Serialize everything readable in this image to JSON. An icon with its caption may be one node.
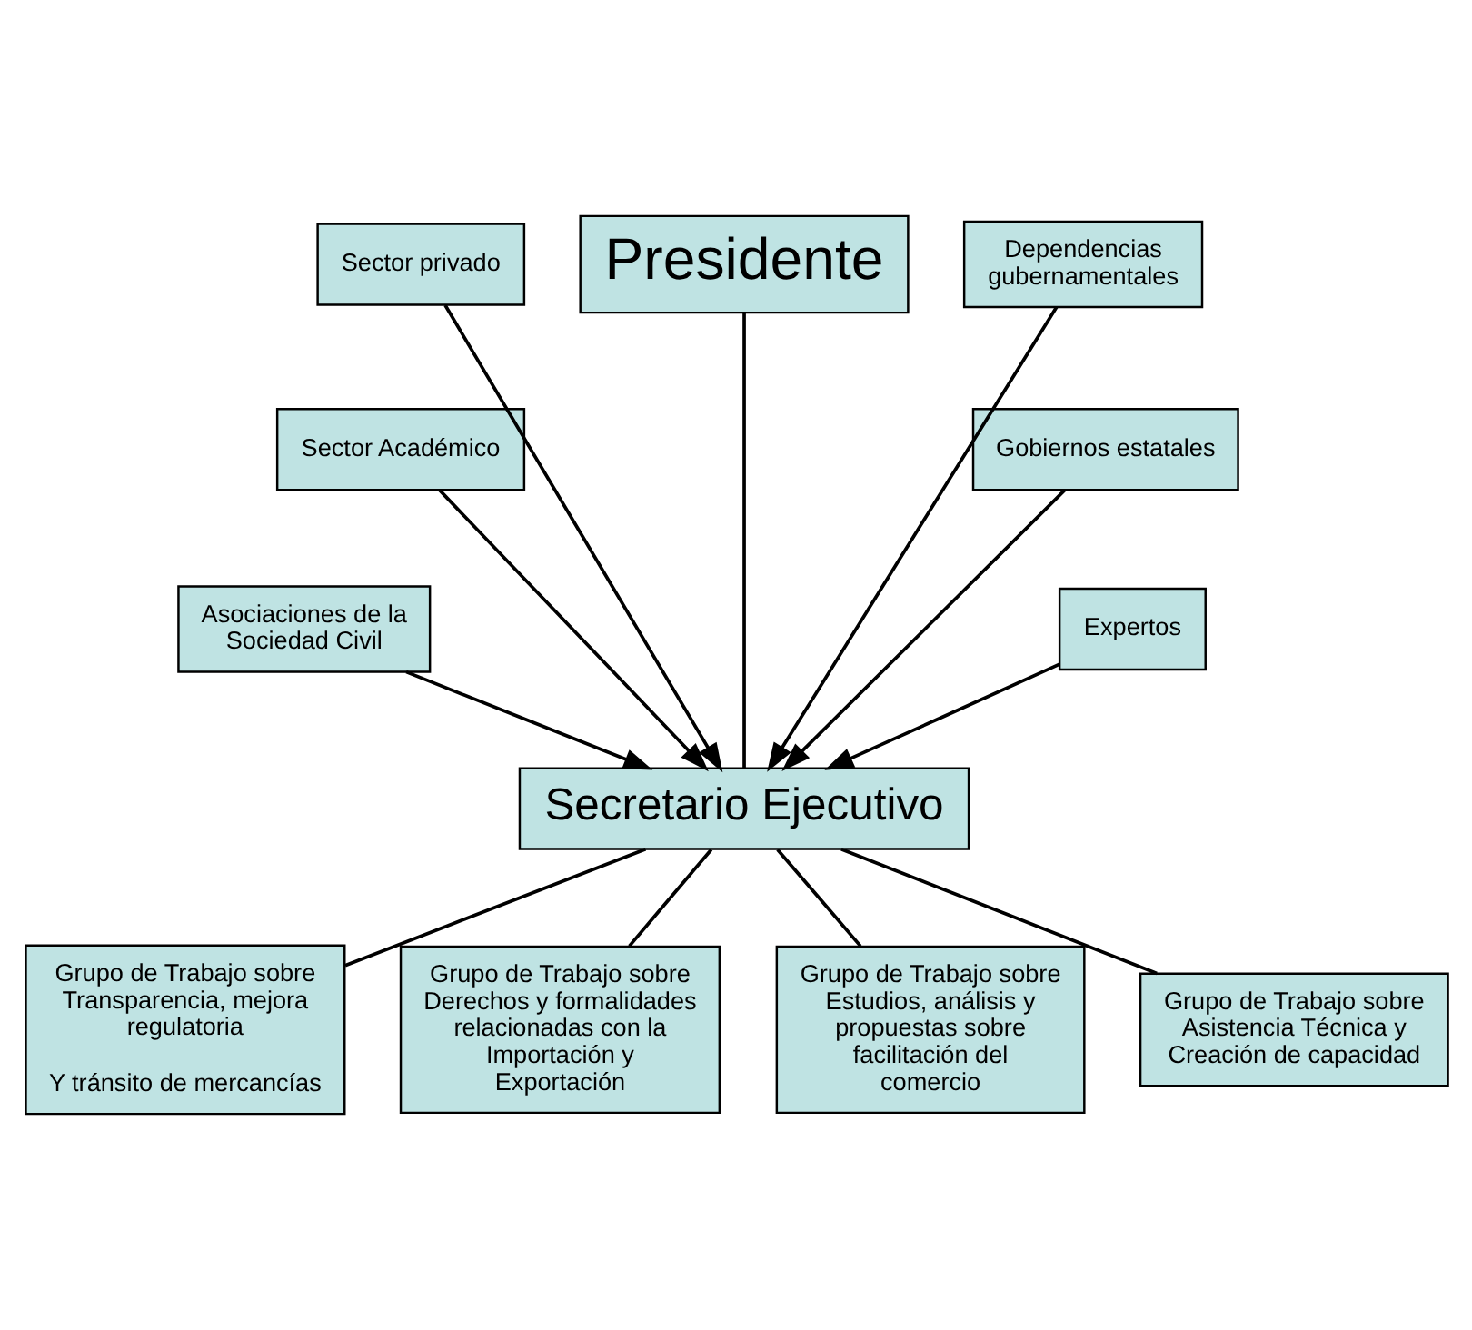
{
  "diagram": {
    "nodes": [
      {
        "text": [
          "Sector privado"
        ]
      },
      {
        "text": [
          "Presidente"
        ]
      },
      {
        "text": [
          "Dependencias gubernamentales"
        ]
      },
      {
        "text": [
          "Sector Académico"
        ]
      },
      {
        "text": [
          "Gobiernos estatales"
        ]
      },
      {
        "text": [
          "Asociaciones de la Sociedad Civil"
        ]
      },
      {
        "text": [
          "Expertos"
        ]
      },
      {
        "text": [
          "Secretario Ejecutivo"
        ]
      },
      {
        "text": [
          "Grupo de Trabajo sobre Transparencia, mejora regulatoria",
          "Y tránsito de mercancías"
        ]
      },
      {
        "text": [
          "Grupo de Trabajo sobre Derechos y formalidades relacionadas con la Importación y Exportación"
        ]
      },
      {
        "text": [
          "Grupo de Trabajo sobre Estudios, análisis y propuestas sobre facilitación del comercio"
        ]
      },
      {
        "text": [
          "Grupo de Trabajo sobre Asistencia Técnica y Creación de capacidad"
        ]
      }
    ],
    "edges": [
      {
        "from": 0,
        "to": 7,
        "arrow": "to"
      },
      {
        "from": 3,
        "to": 7,
        "arrow": "to"
      },
      {
        "from": 5,
        "to": 7,
        "arrow": "to"
      },
      {
        "from": 2,
        "to": 7,
        "arrow": "to"
      },
      {
        "from": 4,
        "to": 7,
        "arrow": "to"
      },
      {
        "from": 6,
        "to": 7,
        "arrow": "to"
      },
      {
        "from": 1,
        "to": 7,
        "arrow": "none"
      },
      {
        "from": 7,
        "to": 8,
        "arrow": "none"
      },
      {
        "from": 7,
        "to": 9,
        "arrow": "none"
      },
      {
        "from": 7,
        "to": 10,
        "arrow": "none"
      },
      {
        "from": 7,
        "to": 11,
        "arrow": "none"
      }
    ]
  }
}
